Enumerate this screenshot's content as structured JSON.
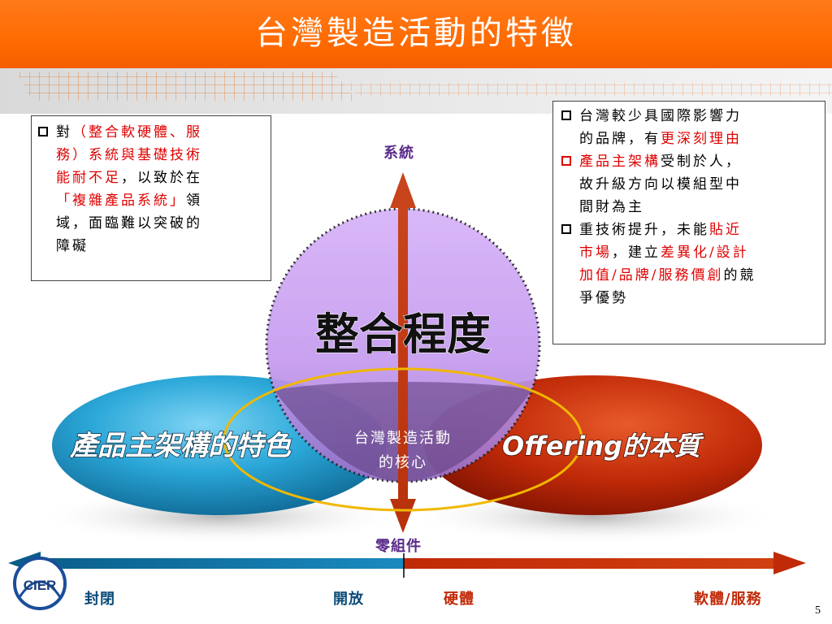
{
  "header": {
    "title": "台灣製造活動的特徵"
  },
  "left_box": {
    "lines": [
      {
        "parts": [
          {
            "text": "對",
            "color": "black"
          },
          {
            "text": "（整合軟硬體、服",
            "color": "red"
          }
        ]
      },
      {
        "parts": [
          {
            "text": "務）系統與基礎技術",
            "color": "red"
          }
        ]
      },
      {
        "parts": [
          {
            "text": "能耐不足",
            "color": "red"
          },
          {
            "text": "，以致於在",
            "color": "black"
          }
        ]
      },
      {
        "parts": [
          {
            "text": "「複雜產品系統」",
            "color": "red"
          },
          {
            "text": "領",
            "color": "black"
          }
        ]
      },
      {
        "parts": [
          {
            "text": "域，面臨難以突破的",
            "color": "black"
          }
        ]
      },
      {
        "parts": [
          {
            "text": "障礙",
            "color": "black"
          }
        ]
      }
    ]
  },
  "right_box": {
    "b1_l1": "台灣較少具國際影響力",
    "b1_l2a": "的品牌，有",
    "b1_l2b": "更深刻理由",
    "b2_l1a": "產品主架構",
    "b2_l1b": "受制於人，",
    "b2_l2": "故升級方向以模組型中",
    "b2_l3": "間財為主",
    "b3_l1a": "重技術提升，未能",
    "b3_l1b": "貼近",
    "b3_l2a": "市場",
    "b3_l2b": "，建立",
    "b3_l2c": "差異化/設計",
    "b3_l3a": "加值/品牌/服務價創",
    "b3_l3b": "的競",
    "b3_l4": "爭優勢"
  },
  "diagram": {
    "vertical_top": "系統",
    "vertical_bottom": "零組件",
    "circle_label": "整合程度",
    "left_ellipse": "產品主架構的特色",
    "right_ellipse": "Offering的本質",
    "core_l1": "台灣製造活動",
    "core_l2": "的核心"
  },
  "axis": {
    "closed": "封閉",
    "open": "開放",
    "hardware": "硬體",
    "software": "軟體/服務"
  },
  "logo": {
    "text": "CIER"
  },
  "footer": {
    "page": "5"
  },
  "colors": {
    "orange": "#ff6a00",
    "red_text": "#e00000",
    "blue": "#0b6fa0",
    "purple": "#c9a0f0",
    "dark_red": "#b01800"
  }
}
